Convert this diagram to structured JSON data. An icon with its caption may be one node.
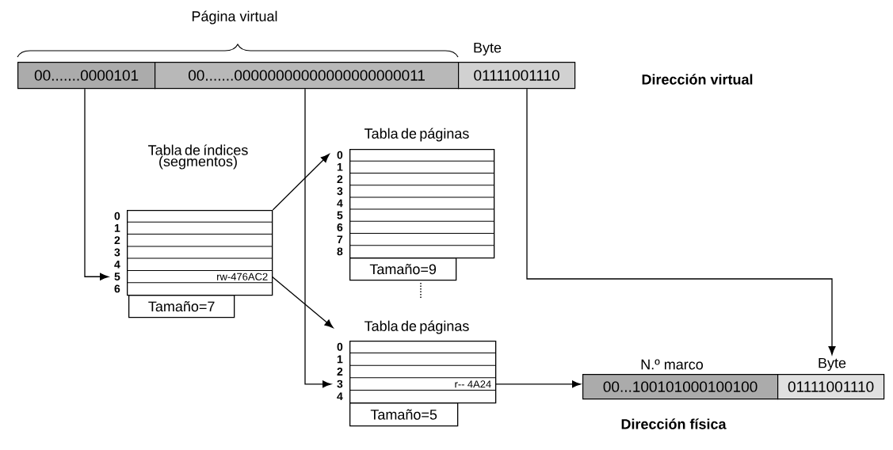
{
  "diagram": {
    "nodes": [
      {
        "text": [
          "00.......0000101"
        ]
      },
      {
        "text": [
          "00.......00000000000000000000011"
        ]
      },
      {
        "text": [
          "01111001110"
        ],
        "beside": [
          "Byte"
        ]
      },
      {
        "text": [
          "Tabla de índices (segmentos)"
        ],
        "beside": [
          "0",
          "1",
          "2",
          "3",
          "4",
          "6"
        ]
      },
      {
        "text": [
          "rw-476AC2"
        ],
        "in": 3,
        "beside": [
          "5"
        ]
      },
      {
        "text": [
          "Tamaño=7"
        ]
      },
      {
        "text": [
          "Tabla de páginas"
        ],
        "beside": [
          "0",
          "1",
          "2",
          "3",
          "4",
          "5",
          "6",
          "7",
          "8"
        ]
      },
      {
        "text": [
          "Tamaño=9"
        ]
      },
      {
        "text": [
          "Tabla de páginas"
        ],
        "beside": [
          "0",
          "1",
          "2",
          "4"
        ]
      },
      {
        "text": [
          "r-- 4A24"
        ],
        "in": 8,
        "beside": [
          "3"
        ]
      },
      {
        "text": [
          "Tamaño=5"
        ]
      },
      {
        "text": [
          "00...100101000100100"
        ],
        "beside": [
          "N.º marco"
        ]
      },
      {
        "text": [
          "01111001110"
        ],
        "beside": [
          "Byte"
        ]
      }
    ],
    "edges": [
      {
        "from": 0,
        "to": 4,
        "arrow": "to"
      },
      {
        "from": 3,
        "to": 6,
        "arrow": "to"
      },
      {
        "from": 4,
        "to": 8,
        "arrow": "to"
      },
      {
        "from": 1,
        "to": 9,
        "arrow": "to"
      },
      {
        "from": 9,
        "to": 11,
        "arrow": "to"
      },
      {
        "from": 2,
        "to": 12,
        "arrow": "to"
      }
    ],
    "labels": [
      "Página virtual",
      "Dirección virtual",
      "Dirección física"
    ]
  }
}
